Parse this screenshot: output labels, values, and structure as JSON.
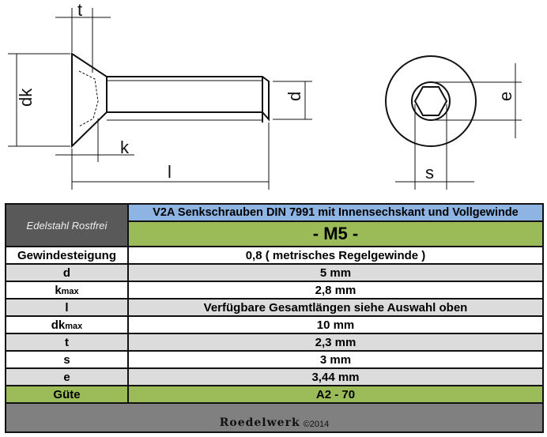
{
  "drawing": {
    "labels": {
      "t": "t",
      "dk": "dk",
      "k": "k",
      "l": "l",
      "d": "d",
      "e": "e",
      "s": "s"
    }
  },
  "table": {
    "material": "Edelstahl Rostfrei",
    "title": "V2A Senkschrauben DIN 7991 mit Innensechskant und Vollgewinde",
    "size": "- M5 -",
    "rows": [
      {
        "label": "Gewindesteigung",
        "sub": "",
        "value": "0,8 ( metrisches Regelgewinde )"
      },
      {
        "label": "d",
        "sub": "",
        "value": "5 mm"
      },
      {
        "label": "k",
        "sub": "max",
        "value": "2,8 mm"
      },
      {
        "label": "l",
        "sub": "",
        "value": "Verfügbare Gesamtlängen siehe Auswahl oben"
      },
      {
        "label": "dk",
        "sub": "max",
        "value": "10 mm"
      },
      {
        "label": "t",
        "sub": "",
        "value": "2,3 mm"
      },
      {
        "label": "s",
        "sub": "",
        "value": "3 mm"
      },
      {
        "label": "e",
        "sub": "",
        "value": "3,44 mm"
      },
      {
        "label": "Güte",
        "sub": "",
        "value": "A2 - 70"
      }
    ],
    "brand": "Roedelwerk",
    "copyright": "©2014"
  }
}
